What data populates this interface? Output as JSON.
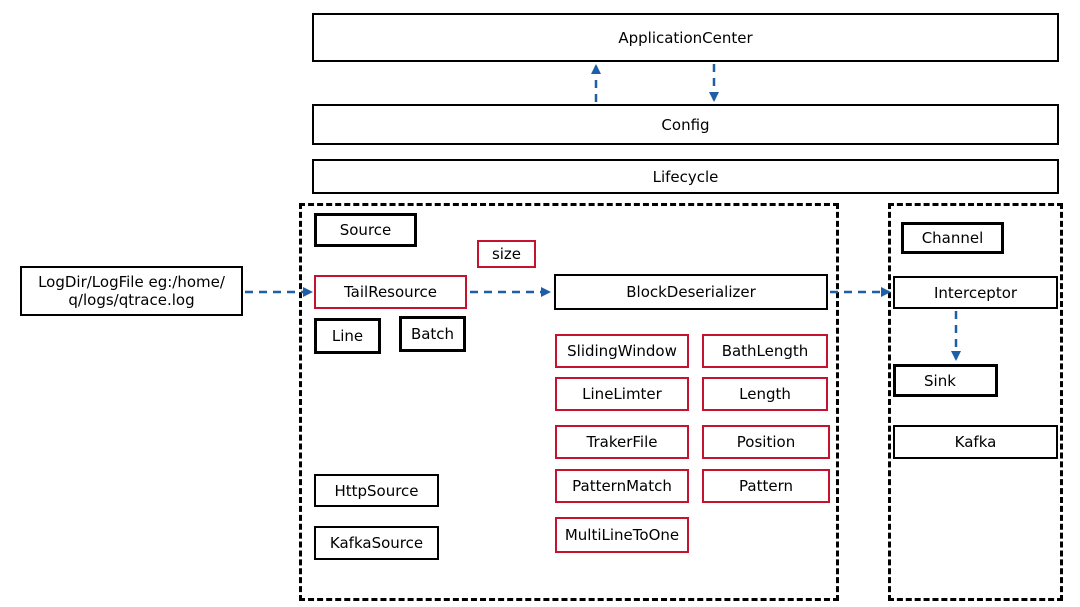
{
  "nodes": {
    "application_center": "ApplicationCenter",
    "config": "Config",
    "lifecycle": "Lifecycle",
    "source": "Source",
    "size": "size",
    "input_line1": "LogDir/LogFile eg:/home/",
    "input_line2": "q/logs/qtrace.log",
    "tail_resource": "TailResource",
    "line": "Line",
    "batch": "Batch",
    "block_deserializer": "BlockDeserializer",
    "sliding_window": "SlidingWindow",
    "bath_length": "BathLength",
    "line_limter": "LineLimter",
    "length": "Length",
    "traker_file": "TrakerFile",
    "position": "Position",
    "pattern_match": "PatternMatch",
    "pattern": "Pattern",
    "multi_line_to_one": "MultiLineToOne",
    "http_source": "HttpSource",
    "kafka_source": "KafkaSource",
    "channel": "Channel",
    "interceptor": "Interceptor",
    "sink": "Sink",
    "kafka": "Kafka"
  },
  "colors": {
    "arrow": "#1f5fa8",
    "highlight_border": "#c4122f",
    "border": "#000000"
  }
}
